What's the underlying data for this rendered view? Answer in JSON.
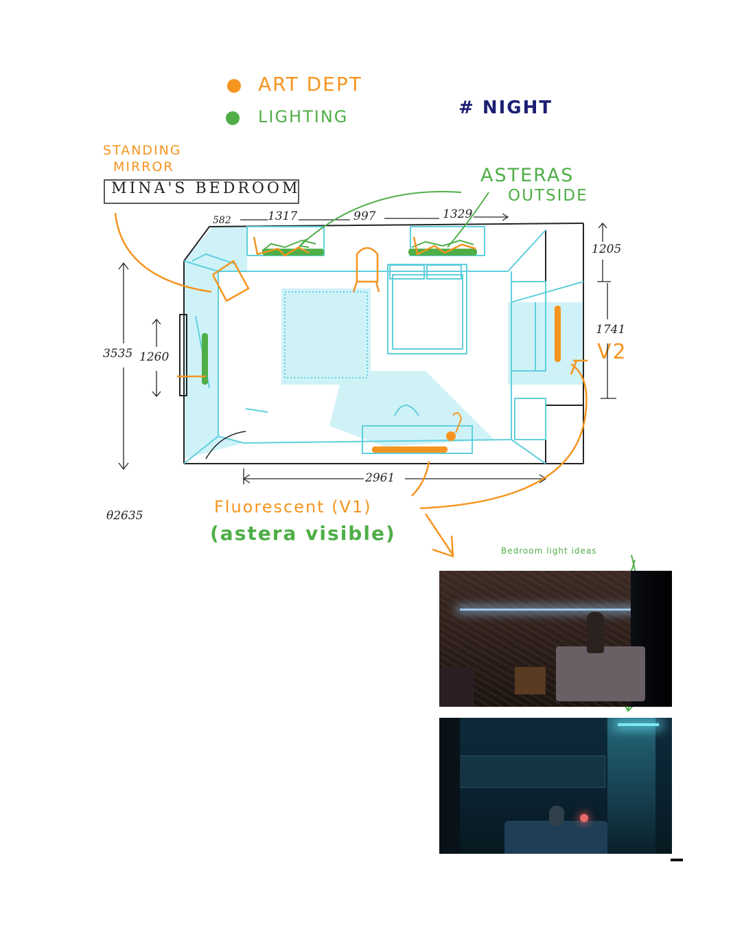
{
  "legend": {
    "art_dept": {
      "label": "ART DEPT",
      "color": "#f5941f"
    },
    "lighting": {
      "label": "LIGHTING",
      "color": "#4fae47"
    }
  },
  "tag": "# NIGHT",
  "room_title": "MINA'S BEDROOM",
  "notes": {
    "standing_mirror": [
      "STANDING",
      "MIRROR"
    ],
    "asteras_outside": [
      "ASTERAS",
      "OUTSIDE"
    ],
    "v2": "V2",
    "fluorescent": "Fluorescent (V1)",
    "astera_visible": "(astera visible)",
    "bedroom_light_ideas": "Bedroom light ideas"
  },
  "dimensions": {
    "d582": "582",
    "d1317": "1317",
    "d997": "997",
    "d1329": "1329",
    "d1205": "1205",
    "d1741": "1741",
    "d3535": "3535",
    "d1260": "1260",
    "d2961": "2961",
    "ceiling": "θ2635"
  },
  "colors": {
    "room_sketch": "#5fcfdc",
    "ink": "#222222",
    "navy": "#1c1f73"
  }
}
